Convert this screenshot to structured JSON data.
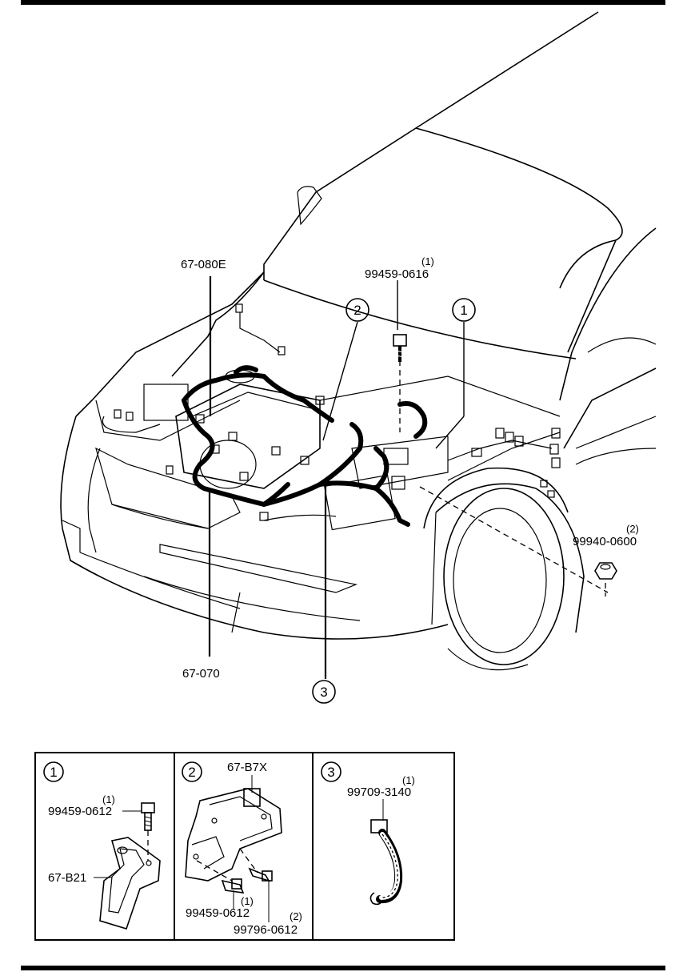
{
  "main_diagram": {
    "callouts": [
      "1",
      "2",
      "3"
    ],
    "parts": {
      "harness_upper": "67-080E",
      "harness_lower": "67-070",
      "bolt_top": {
        "qty": "(1)",
        "part": "99459-0616"
      },
      "nut_right": {
        "qty": "(2)",
        "part": "99940-0600"
      }
    }
  },
  "detail_panels": [
    {
      "callout": "1",
      "bolt": {
        "qty": "(1)",
        "part": "99459-0612"
      },
      "bracket": "67-B21"
    },
    {
      "callout": "2",
      "relay": "67-B7X",
      "bolt_a": {
        "qty": "(1)",
        "part": "99459-0612"
      },
      "bolt_b": {
        "qty": "(2)",
        "part": "99796-0612"
      }
    },
    {
      "callout": "3",
      "clip": {
        "qty": "(1)",
        "part": "99709-3140"
      }
    }
  ]
}
